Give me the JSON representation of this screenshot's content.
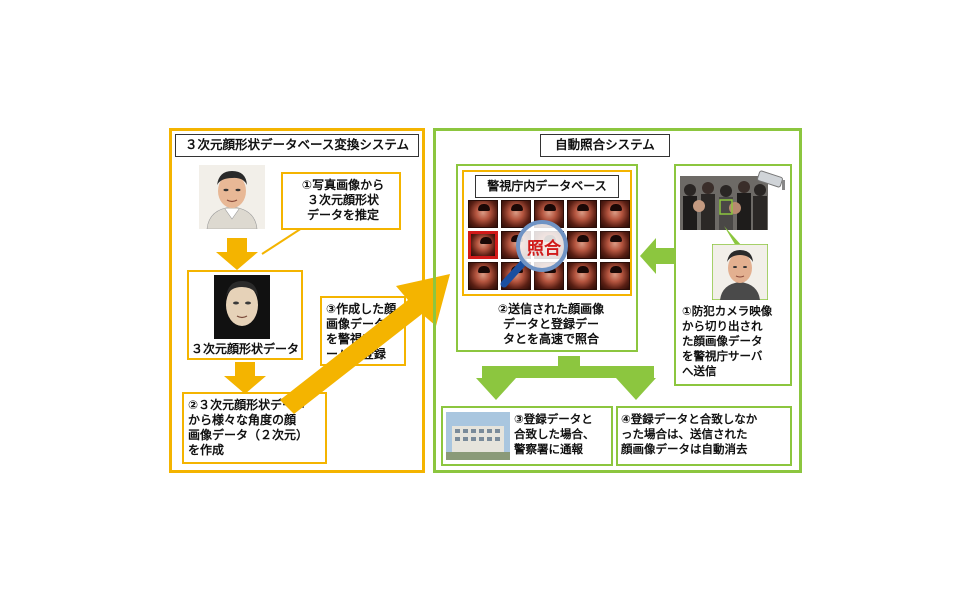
{
  "left_system": {
    "title": "３次元顔形状データベース変換システム",
    "step1": "①写真画像から\n３次元顔形状\nデータを推定",
    "model_label": "３次元顔形状データ",
    "step2": "②３次元顔形状データ\nから様々な角度の顔\n画像データ（２次元）\nを作成",
    "step3": "③作成した顔\n画像データ\nを警視庁サ\nーバに登録"
  },
  "right_system": {
    "title": "自動照合システム",
    "database_title": "警視庁内データベース",
    "magnifier_label": "照合",
    "step2": "②送信された顔画像\nデータと登録デー\nタとを高速で照合",
    "step1": "①防犯カメラ映像\nから切り出され\nた顔画像データ\nを警視庁サーバ\nへ送信",
    "step3": "③登録データと\n合致した場合、\n警察署に通報",
    "step4": "④登録データと合致しなか\nった場合は、送信された\n顔画像データは自動消去"
  },
  "colors": {
    "orange": "#f4b400",
    "green": "#8cc63f",
    "match_red": "#d11a1a"
  },
  "icons": [
    "portrait-photo",
    "3d-face-model",
    "face-database-grid",
    "magnifier-icon",
    "security-camera-icon",
    "crowd-photo",
    "cropped-face-photo",
    "police-station-photo"
  ]
}
